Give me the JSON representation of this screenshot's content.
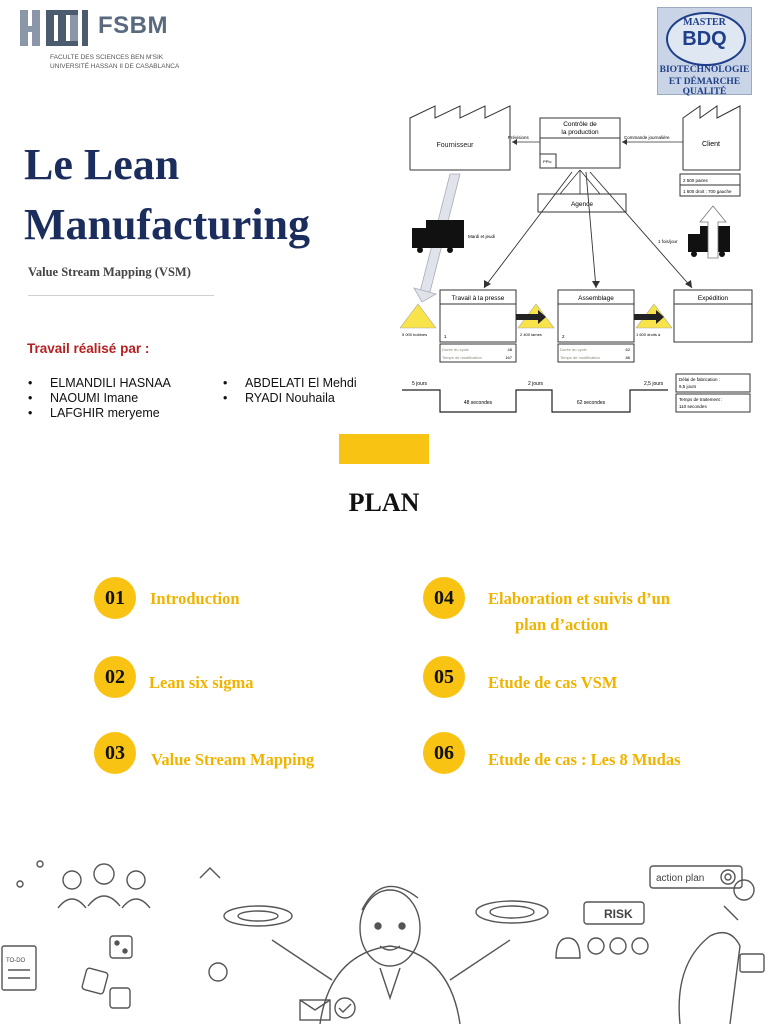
{
  "header": {
    "university_logo": {
      "name": "FSBM",
      "line1": "FACULTE DES SCIENCES BEN M'SIK",
      "line2": "UNIVERSITÉ HASSAN II DE CASABLANCA"
    },
    "master_logo": {
      "top": "MASTER",
      "code": "BDQ",
      "line1": "BIOTECHNOLOGIE",
      "line2": "ET DÉMARCHE QUALITÉ"
    }
  },
  "title": {
    "line1": "Le Lean",
    "line2": "Manufacturing",
    "subtitle": "Value Stream Mapping (VSM)"
  },
  "authors": {
    "label": "Travail réalisé par :",
    "bullet": "•",
    "left": [
      "ELMANDILI HASNAA",
      "NAOUMI Imane",
      "LAFGHIR meryeme"
    ],
    "right": [
      "ABDELATI El Mehdi",
      "RYADI Nouhaila"
    ]
  },
  "vsm": {
    "supplier": "Fournisseur",
    "control": "Contrôle de la production",
    "control_line1": "Contrôle de",
    "control_line2": "la production",
    "client": "Client",
    "forecast": "Prévisions",
    "daily_order": "Commande journalière",
    "ppic": "PPIc",
    "client_data1": "2 500 paires",
    "client_data2": "1 600 droit ; 700 gauche",
    "agency": "Agence",
    "delivery_in": "Mardi et jeudi",
    "delivery_out": "1 fois/jour",
    "processes": [
      {
        "name": "Travail à la presse",
        "operators": "1",
        "stock": "5 000 bobines",
        "cycle_label": "Durée du cycle",
        "cycle": "48",
        "changeover_label": "Temps de modification",
        "changeover": "167"
      },
      {
        "name": "Assemblage",
        "operators": "2",
        "stock": "2 400 lames",
        "cycle_label": "Durée du cycle",
        "cycle": "62",
        "changeover_label": "Temps de modification",
        "changeover": "86"
      },
      {
        "name": "Expédition",
        "stock": "1 600 droits à"
      }
    ],
    "timeline": {
      "days": [
        "5 jours",
        "2 jours",
        "2,5 jours"
      ],
      "seconds": [
        "48 secondes",
        "62 secondes"
      ],
      "lead_time_label": "Délai de fabrication :",
      "lead_time": "9,5 jours",
      "processing_label": "Temps de traitement :",
      "processing": "110 secondes"
    }
  },
  "plan": {
    "title": "PLAN",
    "items": [
      {
        "num": "01",
        "label": "Introduction",
        "label2": ""
      },
      {
        "num": "02",
        "label": "Lean six sigma",
        "label2": ""
      },
      {
        "num": "03",
        "label": "Value Stream Mapping",
        "label2": ""
      },
      {
        "num": "04",
        "label": "Elaboration et suivis d’un",
        "label2": "plan d’action"
      },
      {
        "num": "05",
        "label": "Etude de cas VSM",
        "label2": ""
      },
      {
        "num": "06",
        "label": "Etude de cas : Les 8 Mudas",
        "label2": ""
      }
    ]
  },
  "illustration": {
    "action_plan": "action plan",
    "risk": "RISK",
    "todo": "TO-DO"
  },
  "colors": {
    "accent": "#f9c313",
    "title": "#1b2d5c",
    "label_red": "#b51f1f",
    "plan_text": "#f0b400"
  }
}
